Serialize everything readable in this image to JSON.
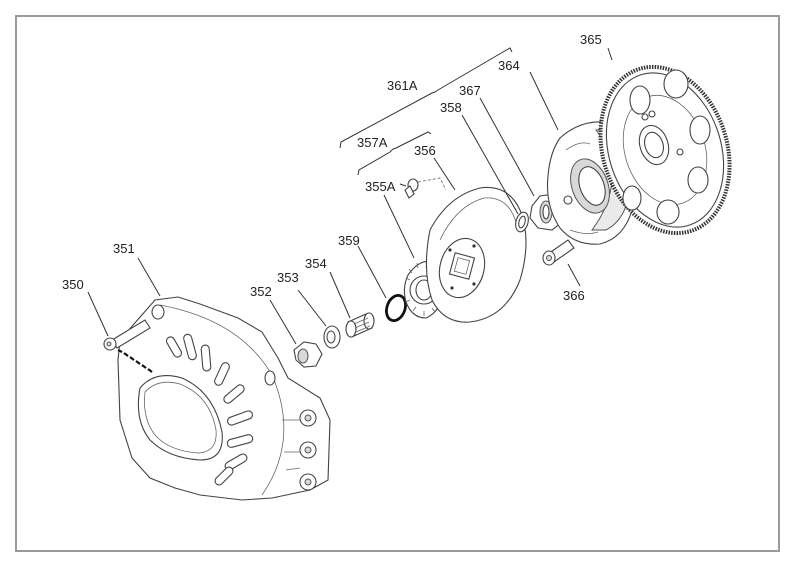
{
  "diagram": {
    "title": "Clutch assembly exploded view",
    "callouts": [
      {
        "id": "350",
        "label": "350",
        "part": "bolt"
      },
      {
        "id": "351",
        "label": "351",
        "part": "clutch-cover"
      },
      {
        "id": "352",
        "label": "352",
        "part": "nut"
      },
      {
        "id": "353",
        "label": "353",
        "part": "washer"
      },
      {
        "id": "354",
        "label": "354",
        "part": "needle-bearing"
      },
      {
        "id": "355A",
        "label": "355A",
        "part": "screw"
      },
      {
        "id": "356",
        "label": "356",
        "part": "clutch-drum"
      },
      {
        "id": "357A",
        "label": "357A",
        "part": "drum-sprocket-assembly"
      },
      {
        "id": "358",
        "label": "358",
        "part": "washer"
      },
      {
        "id": "359",
        "label": "359",
        "part": "o-ring"
      },
      {
        "id": "361A",
        "label": "361A",
        "part": "complete-clutch-assembly"
      },
      {
        "id": "364",
        "label": "364",
        "part": "clutch-shoe-assembly"
      },
      {
        "id": "365",
        "label": "365",
        "part": "starter-gear"
      },
      {
        "id": "366",
        "label": "366",
        "part": "socket-head-screw"
      },
      {
        "id": "367",
        "label": "367",
        "part": "nut"
      }
    ]
  }
}
